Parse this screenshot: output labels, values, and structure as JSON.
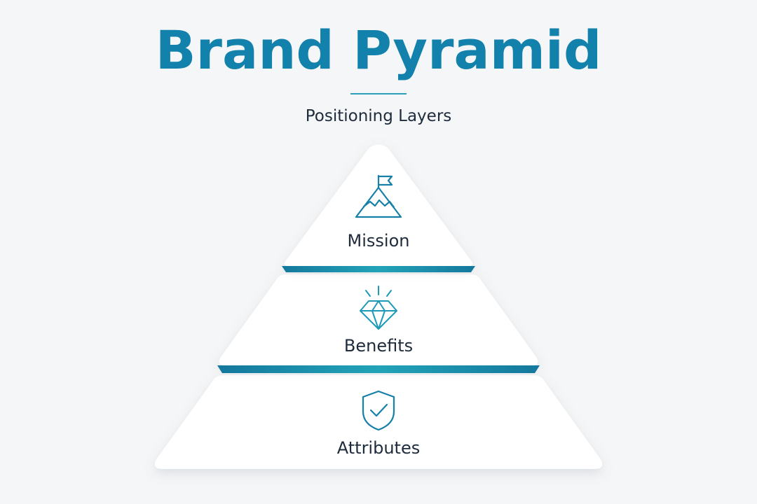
{
  "header": {
    "title": "Brand Pyramid",
    "subtitle": "Positioning Layers"
  },
  "colors": {
    "title": "#1282ac",
    "accent": "#1d9ab3",
    "accent_dark": "#14789d",
    "text": "#1e2b3c",
    "background": "#f5f6f7",
    "layer_fill": "#ffffff"
  },
  "pyramid": {
    "layers": [
      {
        "label": "Mission",
        "icon": "mountain-flag-icon"
      },
      {
        "label": "Benefits",
        "icon": "diamond-icon"
      },
      {
        "label": "Attributes",
        "icon": "shield-check-icon"
      }
    ]
  }
}
